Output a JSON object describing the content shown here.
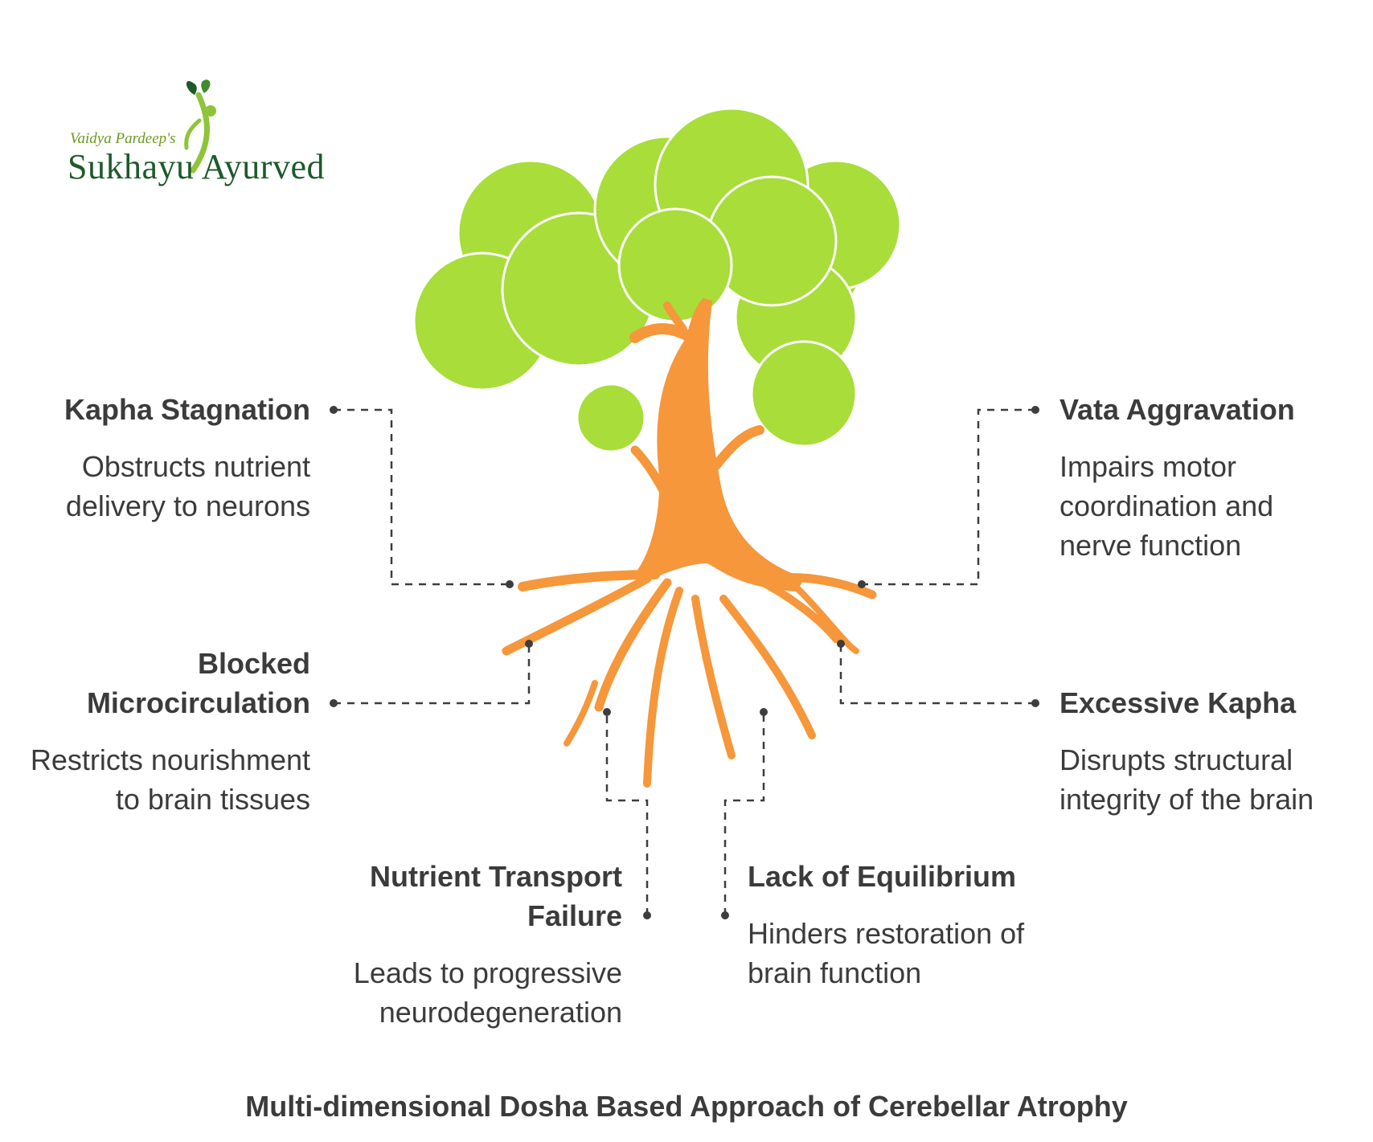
{
  "logo": {
    "subtitle": "Vaidya Pardeep's",
    "name": "Sukhayu Ayurved"
  },
  "diagram": {
    "title": "Multi-dimensional Dosha Based Approach of Cerebellar Atrophy",
    "items": [
      {
        "heading": "Kapha Stagnation",
        "description": "Obstructs nutrient delivery to neurons"
      },
      {
        "heading": "Vata Aggravation",
        "description": "Impairs motor coordination and nerve function"
      },
      {
        "heading": "Blocked Microcirculation",
        "description": "Restricts nourishment to brain tissues"
      },
      {
        "heading": "Excessive Kapha",
        "description": "Disrupts structural integrity of the brain"
      },
      {
        "heading": "Nutrient Transport Failure",
        "description": "Leads to progressive neurodegeneration"
      },
      {
        "heading": "Lack of Equilibrium",
        "description": "Hinders restoration of brain function"
      }
    ]
  },
  "colors": {
    "foliage": "#a8dd3a",
    "trunk": "#f5973a",
    "connector": "#3d3d3d",
    "text": "#3b3b3b",
    "logo_green": "#1d5a2a"
  }
}
